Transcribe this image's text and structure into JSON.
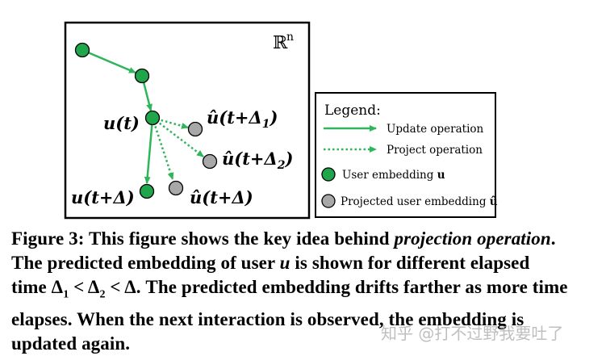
{
  "figure": {
    "space_label": "ℝ",
    "space_sup": "n",
    "labels": {
      "u_t": "u(t)",
      "proj1": "û(t+Δ",
      "proj1_sub": "1",
      "proj2": "û(t+Δ",
      "proj2_sub": "2",
      "proj3": "û(t+Δ)",
      "u_t_delta": "u(t+Δ)"
    },
    "legend": {
      "title": "Legend:",
      "update": "Update operation",
      "project": "Project operation",
      "user_embedding": "User embedding",
      "user_embedding_bold": "u",
      "projected_embedding": "Projected user embedding",
      "projected_embedding_bold": "û"
    },
    "colors": {
      "green": "#1fa64a",
      "green_line": "#2fb55a",
      "gray": "#a8a8a8"
    }
  },
  "caption": {
    "p1": "Figure 3: This figure shows the key idea behind ",
    "p2": "projection operation",
    "p3": ". The predicted embedding of user ",
    "p4": "u",
    "p5": " is shown for different elapsed time Δ",
    "p6": "1",
    "p7": " < Δ",
    "p8": "2",
    "p9": " < Δ. The predicted embedding drifts farther as more time elapses. When the next interaction is observed, the embedding is updated again."
  },
  "watermark": "知乎 @打不过野我要吐了"
}
